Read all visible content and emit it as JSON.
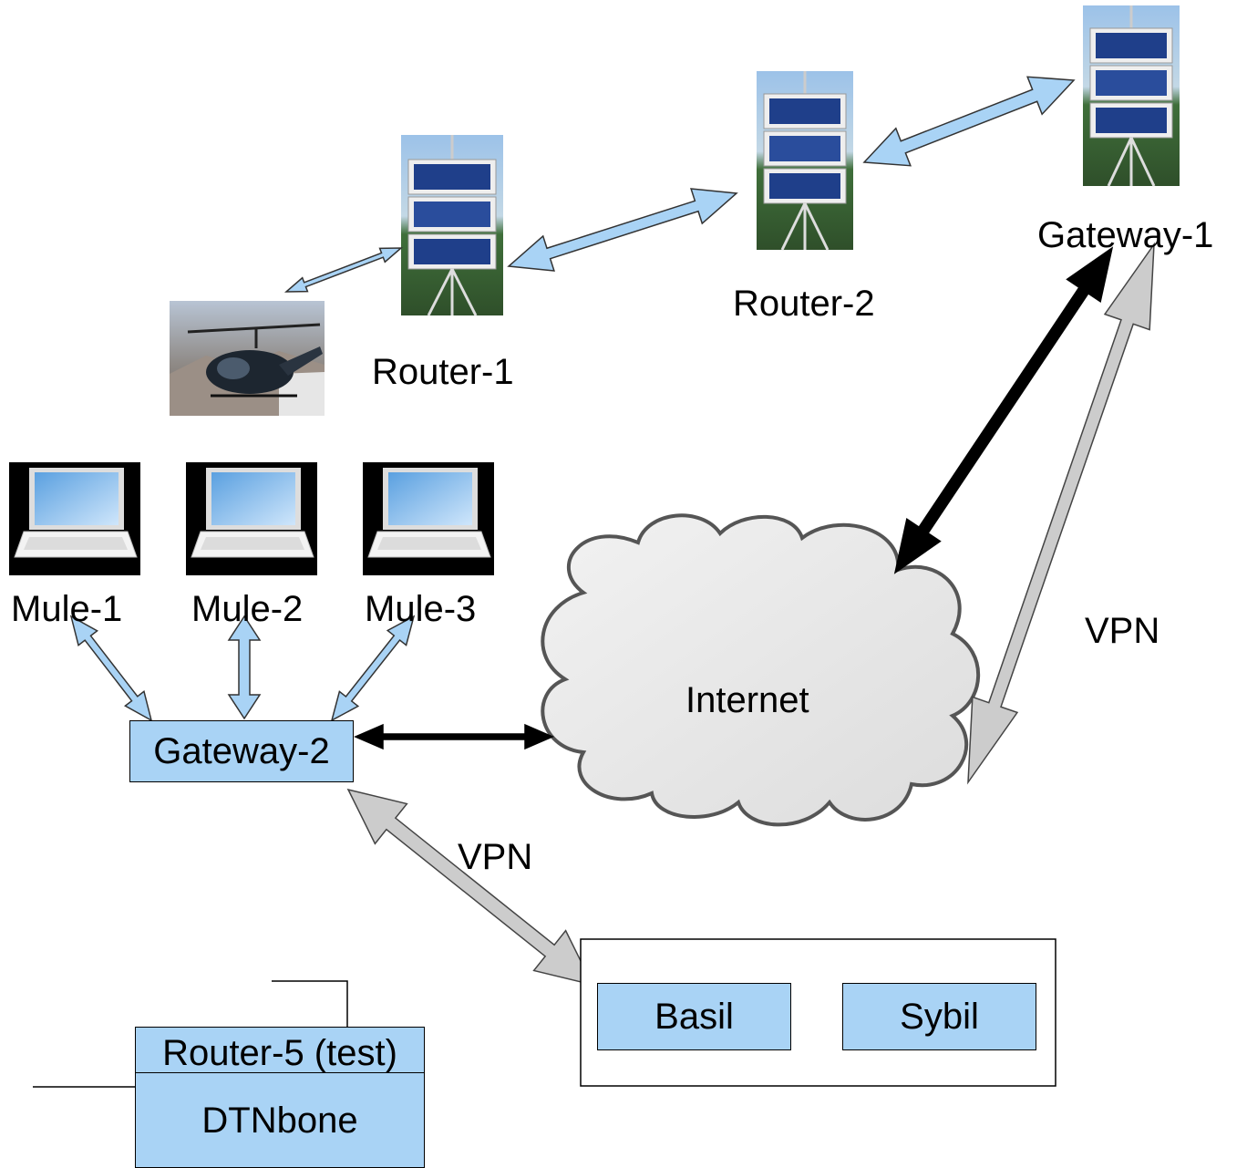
{
  "labels": {
    "gateway1": "Gateway-1",
    "router2": "Router-2",
    "router1": "Router-1",
    "mule1": "Mule-1",
    "mule2": "Mule-2",
    "mule3": "Mule-3",
    "internet": "Internet",
    "vpn_right": "VPN",
    "vpn_left": "VPN"
  },
  "boxes": {
    "gateway2": "Gateway-2",
    "router5": "Router-5 (test)",
    "dtnbone": "DTNbone",
    "basil": "Basil",
    "sybil": "Sybil"
  },
  "icons": {
    "solar_station": "solar-panel-station-photo",
    "helicopter": "helicopter-photo",
    "laptop": "laptop-photo",
    "cloud": "cloud-icon"
  },
  "colors": {
    "box_fill": "#a9d3f5",
    "wireless_arrow": "#a9d3f5",
    "vpn_arrow": "#cccccc",
    "internet_arrow": "#000000",
    "cloud_fill": "#e6e6e6"
  }
}
